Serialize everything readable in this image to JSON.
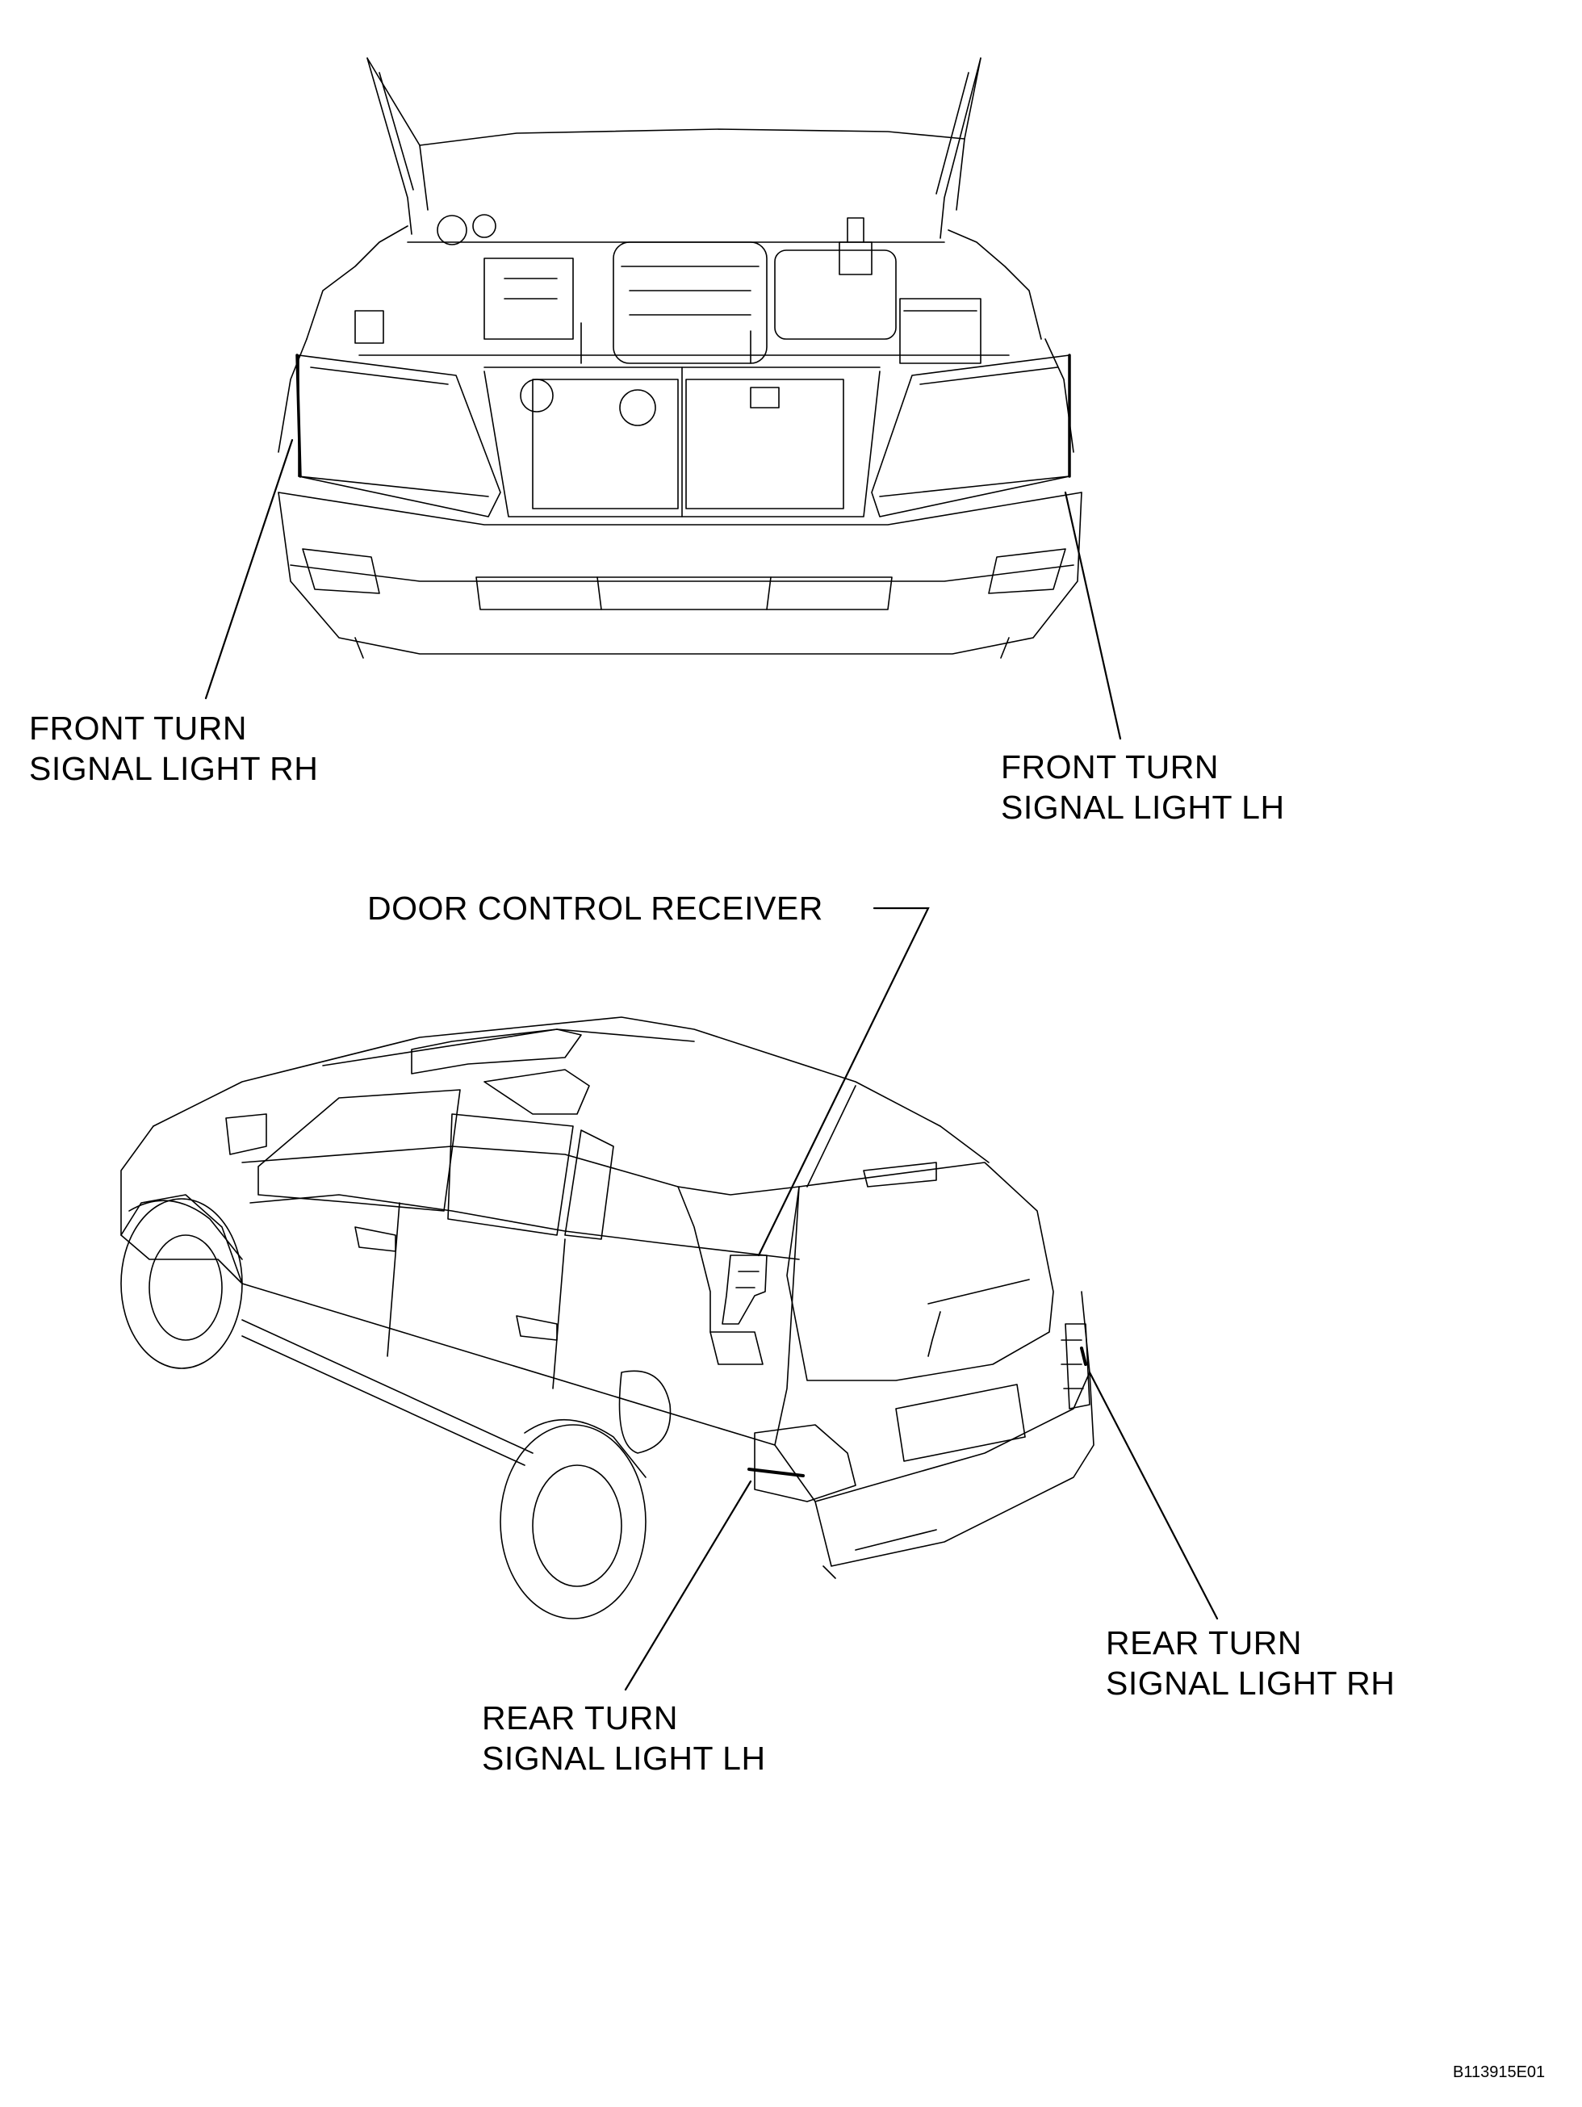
{
  "labels": {
    "front_rh": [
      "FRONT TURN",
      "SIGNAL LIGHT RH"
    ],
    "front_lh": [
      "FRONT TURN",
      "SIGNAL LIGHT LH"
    ],
    "door_receiver": "DOOR CONTROL RECEIVER",
    "rear_rh": [
      "REAR TURN",
      "SIGNAL LIGHT RH"
    ],
    "rear_lh": [
      "REAR TURN",
      "SIGNAL LIGHT LH"
    ]
  },
  "figure_code": "B113915E01"
}
